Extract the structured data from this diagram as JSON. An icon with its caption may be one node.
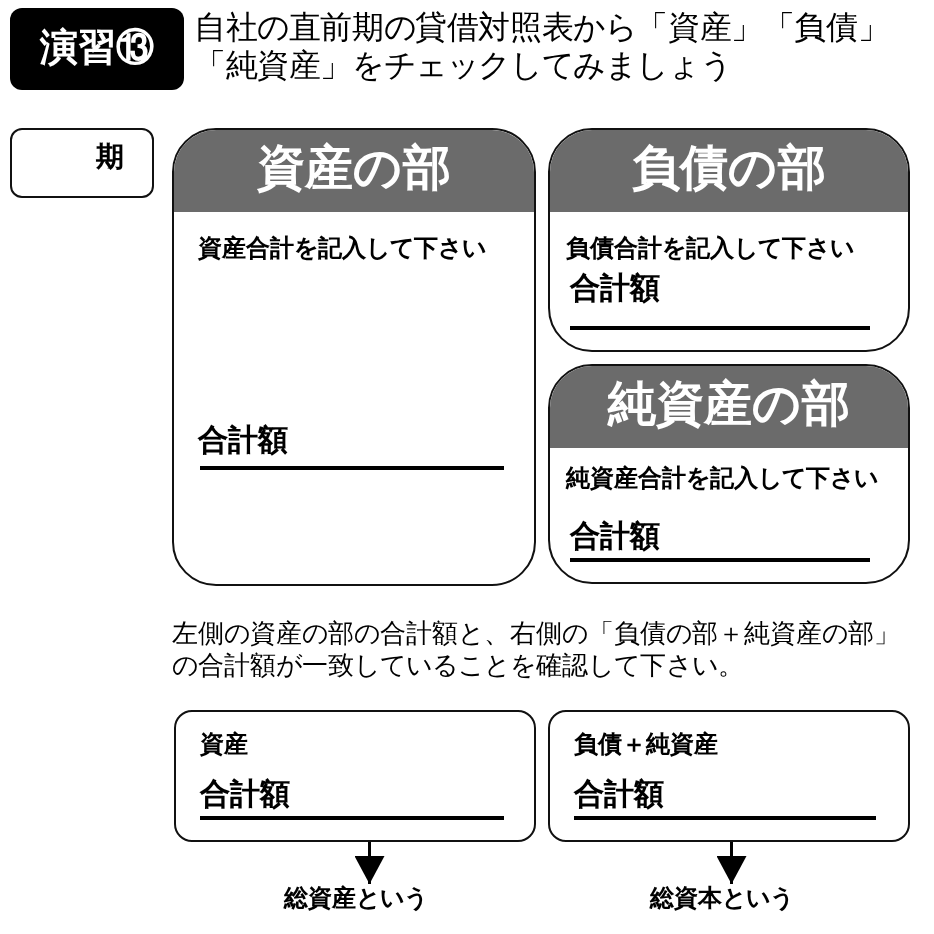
{
  "diagram": {
    "title": "自社の直前期の貸借対照表から「資産」「負債」「純資産」をチェックしてみましょう",
    "nodes": [
      {
        "text": [
          "期"
        ]
      },
      {
        "text": [
          "資産の部",
          "資産合計を記入して下さい",
          "合計額"
        ]
      },
      {
        "text": [
          "負債の部",
          "負債合計を記入して下さい",
          "合計額"
        ]
      },
      {
        "text": [
          "純資産の部",
          "純資産合計を記入して下さい",
          "合計額"
        ]
      },
      {
        "text": [
          "資産",
          "合計額"
        ]
      },
      {
        "text": [
          "負債＋純資産",
          "合計額"
        ]
      },
      {
        "text": [
          "総資産という"
        ]
      },
      {
        "text": [
          "総資本という"
        ]
      }
    ],
    "edges": [
      {
        "from": 4,
        "to": 6,
        "arrow": "to"
      },
      {
        "from": 5,
        "to": 7,
        "arrow": "to"
      }
    ],
    "labels": [
      "演習⑬",
      "左側の資産の部の合計額と、右側の「負債の部＋純資産の部」の合計額が一致していることを確認して下さい。"
    ]
  }
}
